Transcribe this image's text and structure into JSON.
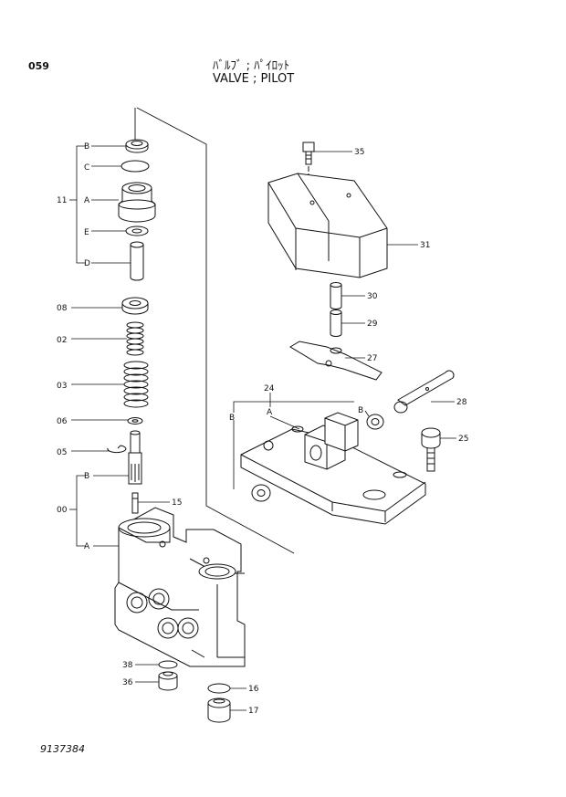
{
  "page_number": "059",
  "title_jp": "ﾊﾞﾙﾌﾞ ; ﾊﾟｲﾛｯﾄ",
  "title_en": "VALVE ; PILOT",
  "document_number": "9137384",
  "labels": {
    "b_top": "B",
    "c": "C",
    "eleven": "11",
    "a_top": "A",
    "e": "E",
    "d": "D",
    "p08": "08",
    "p02": "02",
    "p03": "03",
    "p06": "06",
    "p05": "05",
    "b_mid": "B",
    "p00": "00",
    "a_mid": "A",
    "p15": "15",
    "p38": "38",
    "p36": "36",
    "p16": "16",
    "p17": "17",
    "p35": "35",
    "p31": "31",
    "p30": "30",
    "p29": "29",
    "p27": "27",
    "p24": "24",
    "b_left": "B",
    "a_right": "A",
    "b_right": "B",
    "p28": "28",
    "p25": "25"
  }
}
